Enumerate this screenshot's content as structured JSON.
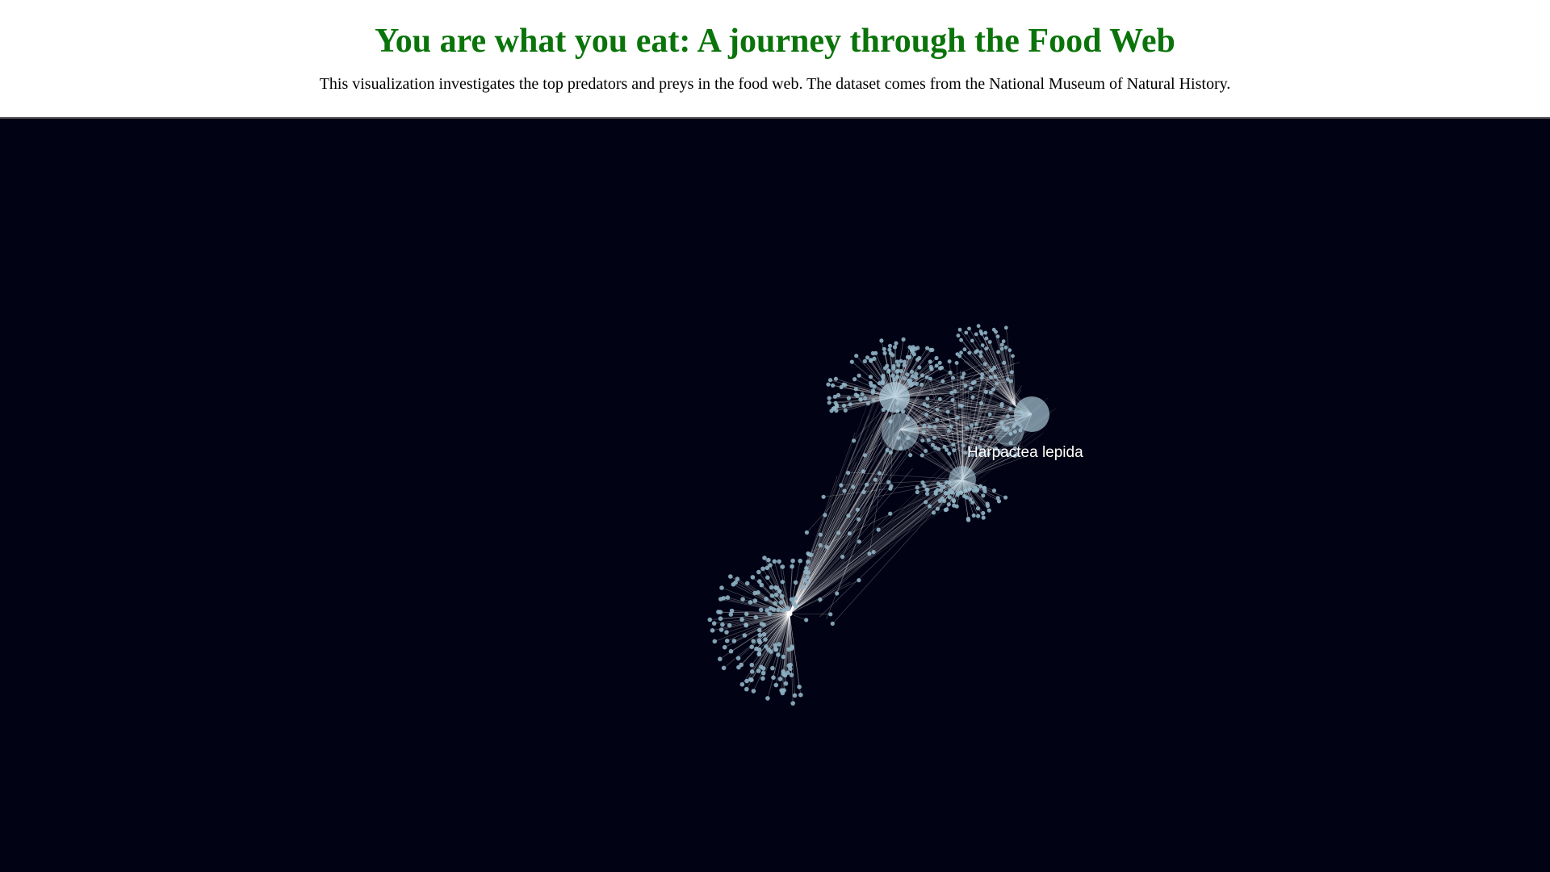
{
  "header": {
    "title": "You are what you eat: A journey through the Food Web",
    "subtitle": "This visualization investigates the top predators and preys in the food web. The dataset comes from the National Museum of Natural History."
  },
  "graph": {
    "background_color": "#010314",
    "node_color": "#8fb3c4",
    "hub_color": "#a9c7d6",
    "edge_color": "#ffffff",
    "hover_label": "Harpactea lepida"
  }
}
